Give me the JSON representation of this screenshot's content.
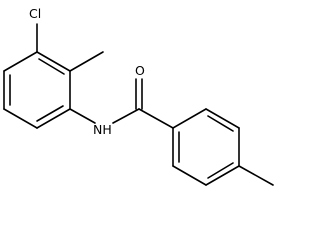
{
  "structure": {
    "atoms": {
      "chlorine": "Cl",
      "amide_nitrogen": "NH",
      "carbonyl_oxygen": "O"
    }
  },
  "colors": {
    "bond": "#000000",
    "label": "#000000",
    "background": "#ffffff"
  }
}
